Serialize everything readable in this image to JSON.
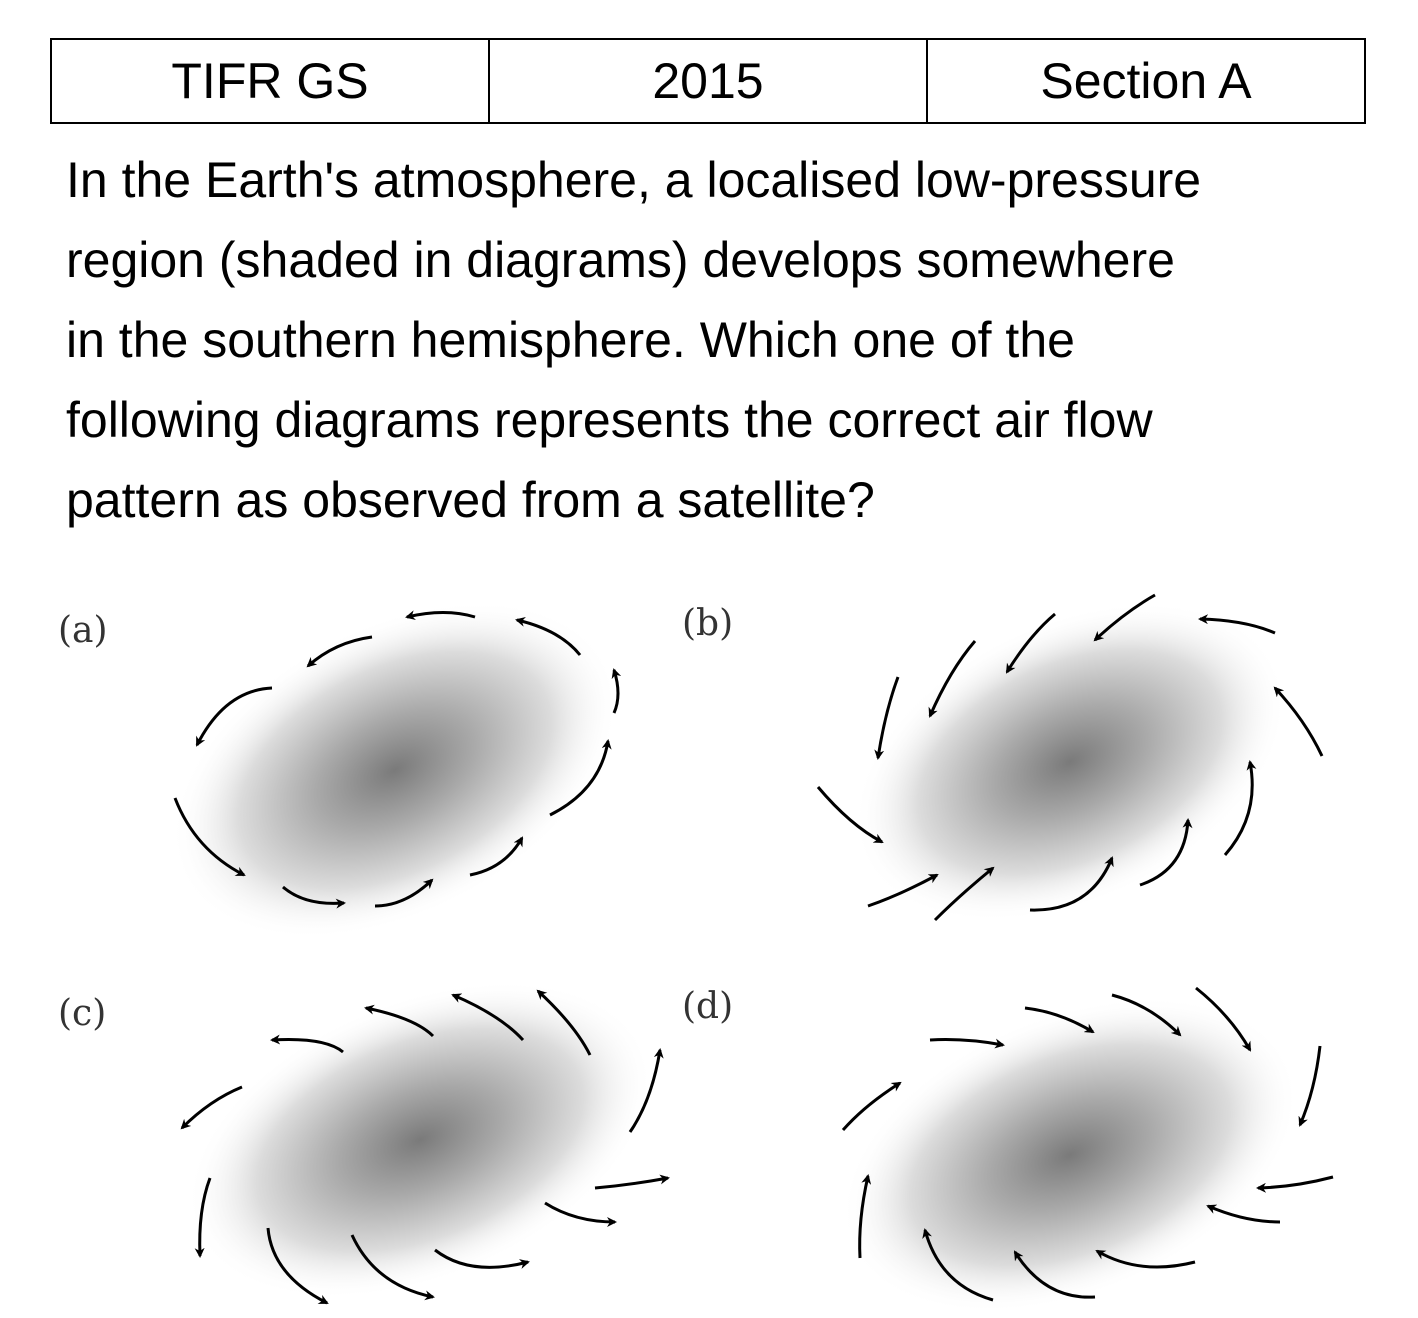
{
  "header": {
    "exam": "TIFR GS",
    "year": "2015",
    "section": "Section A"
  },
  "question": {
    "lines": [
      "In the Earth's atmosphere, a localised low-pressure",
      "region (shaded in diagrams) develops somewhere",
      "in the southern hemisphere. Which one of the",
      "following diagrams represents the correct air flow",
      "pattern as observed from a satellite?"
    ]
  },
  "options": {
    "a": {
      "label": "(a)"
    },
    "b": {
      "label": "(b)"
    },
    "c": {
      "label": "(c)"
    },
    "d": {
      "label": "(d)"
    }
  },
  "colors": {
    "shade_center": "#7a7a7a",
    "arrow": "#000000"
  },
  "icons": [
    "arrow-icon",
    "low-pressure-shading"
  ]
}
